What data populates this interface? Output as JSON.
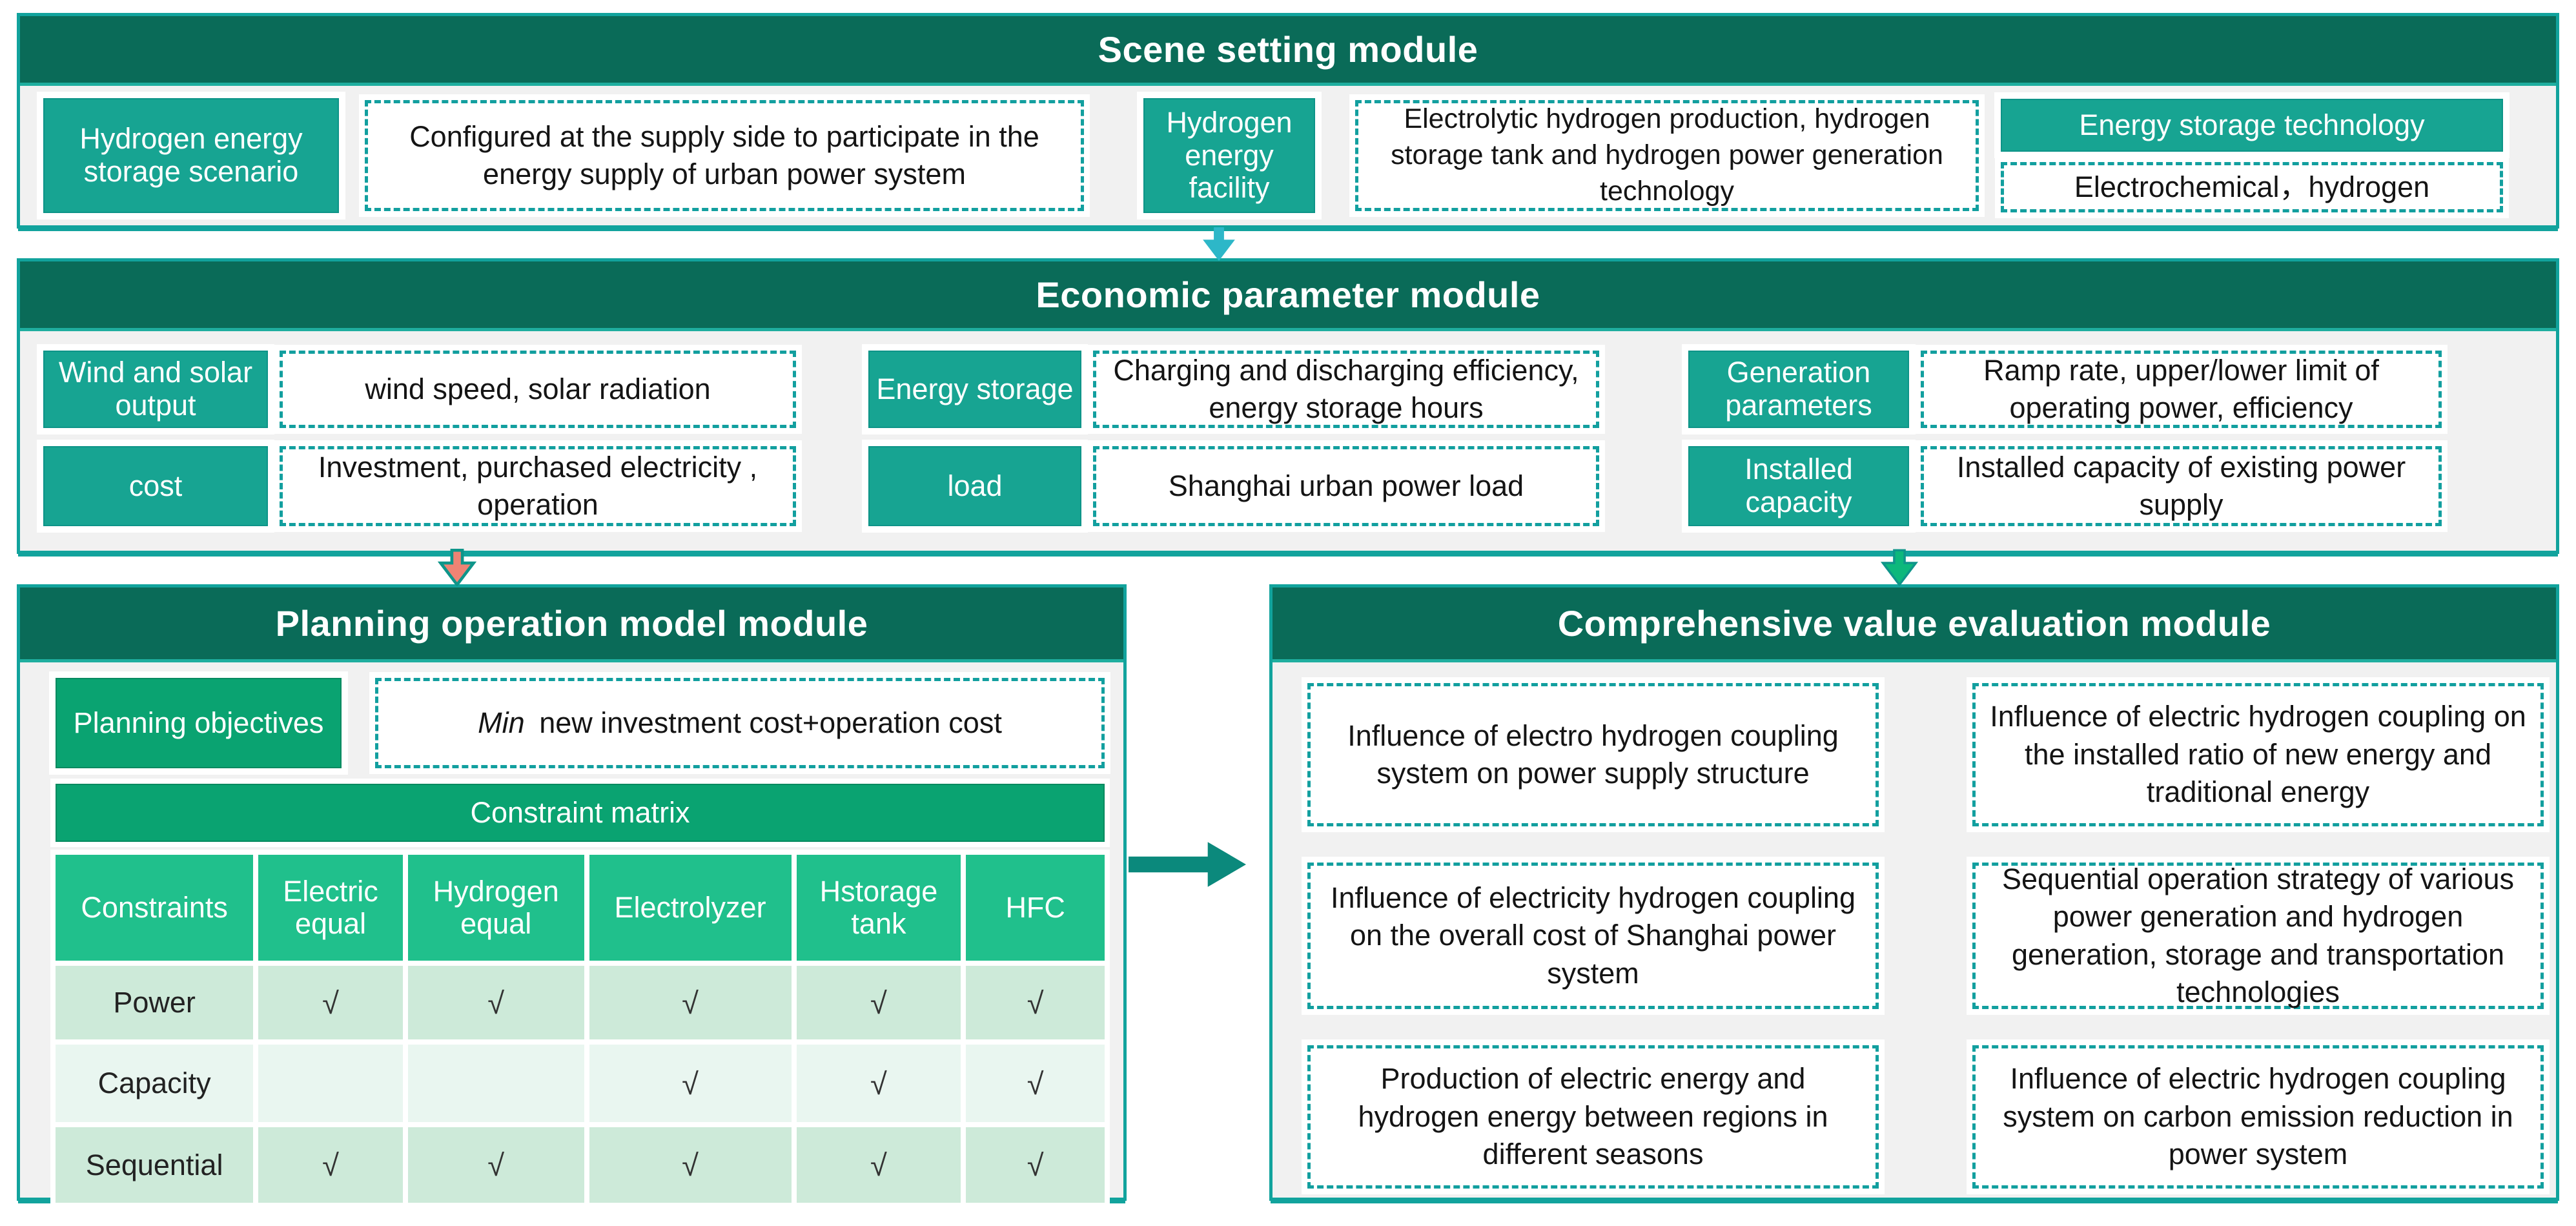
{
  "colors": {
    "module_header_green": "#0a6b58",
    "module_border_teal": "#12a39d",
    "label_box_teal_green": "#17a492",
    "planning_box_green": "#0aa371",
    "table_header_green": "#20c08c",
    "table_row_green": "#cdead9",
    "table_row_light_green": "#e9f6f0",
    "dashed_border_teal": "#129f9f",
    "arrow_cyan": "#2db7c8",
    "arrow_salmon": "#ef8374",
    "arrow_green": "#0db87c",
    "arrow_dark_teal": "#0b897c"
  },
  "scene": {
    "title": "Scene setting module",
    "items": [
      {
        "label": "Hydrogen energy storage scenario",
        "desc": "Configured at the supply side to participate in the energy supply of urban power system"
      },
      {
        "label": "Hydrogen energy facility",
        "desc": "Electrolytic hydrogen production, hydrogen storage tank and hydrogen power generation technology"
      },
      {
        "label": "Energy storage technology",
        "desc": "Electrochemical，hydrogen"
      }
    ]
  },
  "economic": {
    "title": "Economic parameter module",
    "pairs": [
      {
        "label": "Wind and solar output",
        "desc": "wind speed, solar radiation"
      },
      {
        "label": "Energy storage",
        "desc": "Charging and discharging efficiency, energy storage hours"
      },
      {
        "label": "Generation parameters",
        "desc": "Ramp rate, upper/lower limit of operating power, efficiency"
      },
      {
        "label": "cost",
        "desc": "Investment, purchased electricity , operation"
      },
      {
        "label": "load",
        "desc": "Shanghai urban power load"
      },
      {
        "label": "Installed capacity",
        "desc": "Installed capacity of existing power supply"
      }
    ]
  },
  "planning": {
    "title": "Planning operation model module",
    "objective_label": "Planning objectives",
    "objective_keyword": "Min",
    "objective_text": "new investment cost+operation cost",
    "matrix_title": "Constraint matrix",
    "table": {
      "headers": [
        "Constraints",
        "Electric equal",
        "Hydrogen equal",
        "Electrolyzer",
        "Hstorage tank",
        "HFC"
      ],
      "rows": [
        {
          "label": "Power",
          "checks": [
            "√",
            "√",
            "√",
            "√",
            "√"
          ]
        },
        {
          "label": "Capacity",
          "checks": [
            "",
            "",
            "√",
            "√",
            "√"
          ]
        },
        {
          "label": "Sequential",
          "checks": [
            "√",
            "√",
            "√",
            "√",
            "√"
          ]
        }
      ]
    }
  },
  "evaluation": {
    "title": "Comprehensive value evaluation module",
    "boxes": [
      "Influence of electro hydrogen coupling system on power supply structure",
      "Influence of electric hydrogen coupling on the installed ratio of new energy and traditional energy",
      "Influence of electricity hydrogen coupling on the overall cost of Shanghai power system",
      "Sequential operation strategy of various power generation and hydrogen generation, storage and transportation technologies",
      "Production of electric energy and hydrogen energy between regions in different seasons",
      "Influence of electric hydrogen coupling system on carbon emission reduction in power system"
    ]
  }
}
